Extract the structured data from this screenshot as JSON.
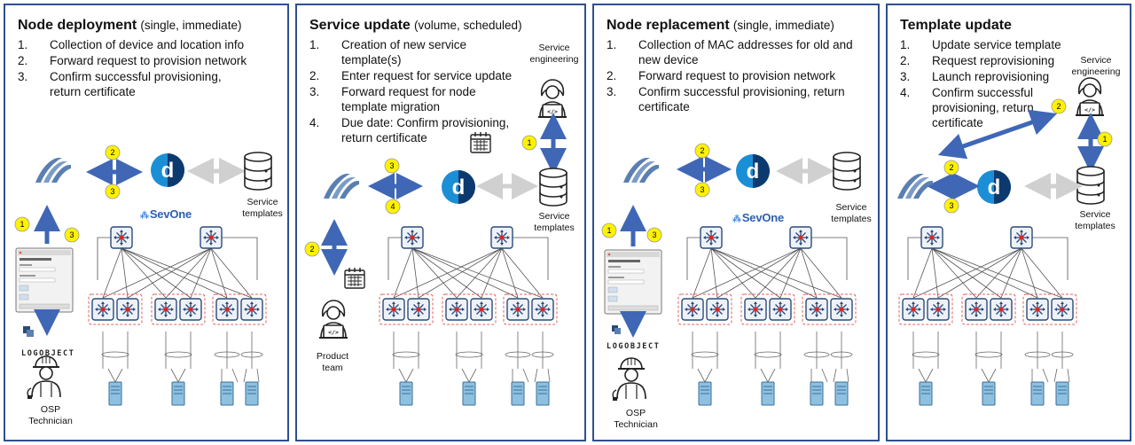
{
  "panels": [
    {
      "title": "Node deployment",
      "subtitle": "(single, immediate)",
      "steps": [
        {
          "num": "1.",
          "text": "Collection of device and location info"
        },
        {
          "num": "2.",
          "text": "Forward request to provision network"
        },
        {
          "num": "3.",
          "text": "Confirm successful provisioning, return certificate"
        }
      ],
      "labels": {
        "service_templates": "Service templates",
        "technician": "OSP Technician",
        "sevone": "SevOne",
        "logoobject": "LOGOBJECT"
      },
      "badges": [
        "1",
        "2",
        "3",
        "3"
      ]
    },
    {
      "title": "Service update",
      "subtitle": "(volume, scheduled)",
      "steps": [
        {
          "num": "1.",
          "text": "Creation of new service template(s)"
        },
        {
          "num": "2.",
          "text": "Enter request for service update"
        },
        {
          "num": "3.",
          "text": "Forward request for node template migration"
        },
        {
          "num": "4.",
          "text": "Due date: Confirm provisioning, return certificate"
        }
      ],
      "labels": {
        "service_engineering": "Service engineering",
        "service_templates": "Service templates",
        "product_team": "Product team"
      },
      "badges": [
        "1",
        "2",
        "3",
        "4"
      ]
    },
    {
      "title": "Node replacement",
      "subtitle": "(single, immediate)",
      "steps": [
        {
          "num": "1.",
          "text": "Collection of MAC addresses for old and new device"
        },
        {
          "num": "2.",
          "text": "Forward request to provision network"
        },
        {
          "num": "3.",
          "text": "Confirm successful provisioning, return certificate"
        }
      ],
      "labels": {
        "service_templates": "Service templates",
        "technician": "OSP Technician",
        "sevone": "SevOne",
        "logoobject": "LOGOBJECT"
      },
      "badges": [
        "1",
        "2",
        "3",
        "3"
      ]
    },
    {
      "title": "Template update",
      "subtitle": "",
      "steps": [
        {
          "num": "1.",
          "text": "Update service template"
        },
        {
          "num": "2.",
          "text": "Request reprovisioning"
        },
        {
          "num": "3.",
          "text": "Launch reprovisioning"
        },
        {
          "num": "4.",
          "text": "Confirm successful provisioning, return certificate"
        }
      ],
      "labels": {
        "service_engineering": "Service engineering",
        "service_templates": "Service templates"
      },
      "badges": [
        "1",
        "2",
        "3"
      ]
    }
  ],
  "colors": {
    "frame": "#2f4f8f",
    "arrow_blue": "#3f67b6",
    "arrow_grey": "#c8c8c8",
    "badge_fill": "#fff200",
    "switch_border": "#2b4a7a",
    "switch_red": "#e02424",
    "server": "#8ec0e0",
    "d_logo": "#1b8fd6"
  },
  "icons": [
    "network-logo-icon",
    "d-logo-icon",
    "database-icon",
    "switch-icon",
    "server-icon",
    "person-laptop-icon",
    "calendar-icon",
    "technician-icon",
    "tablet-form-icon"
  ]
}
